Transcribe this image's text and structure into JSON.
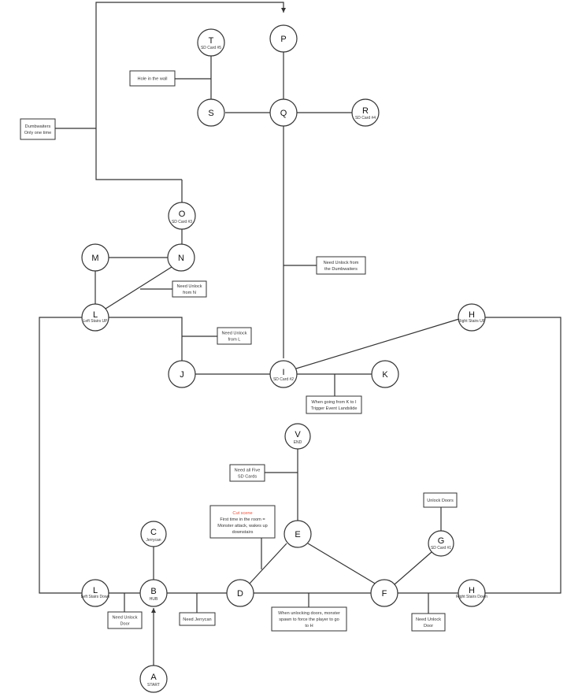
{
  "nodes": {
    "A": {
      "label": "A",
      "sub": "START"
    },
    "B": {
      "label": "B",
      "sub": "HUB"
    },
    "C": {
      "label": "C",
      "sub": "Jerrycan"
    },
    "D": {
      "label": "D",
      "sub": ""
    },
    "E": {
      "label": "E",
      "sub": ""
    },
    "F": {
      "label": "F",
      "sub": ""
    },
    "G": {
      "label": "G",
      "sub": "SD Card #1"
    },
    "Hd": {
      "label": "H",
      "sub": "Right Stairs Down"
    },
    "Hu": {
      "label": "H",
      "sub": "Right Stairs UP"
    },
    "Ld": {
      "label": "L",
      "sub": "Left Stairs Down"
    },
    "Lu": {
      "label": "L",
      "sub": "Left Stairs UP"
    },
    "I": {
      "label": "I",
      "sub": "SD Card #2"
    },
    "J": {
      "label": "J",
      "sub": ""
    },
    "K": {
      "label": "K",
      "sub": ""
    },
    "M": {
      "label": "M",
      "sub": ""
    },
    "N": {
      "label": "N",
      "sub": ""
    },
    "O": {
      "label": "O",
      "sub": "SD Card #3"
    },
    "P": {
      "label": "P",
      "sub": ""
    },
    "Q": {
      "label": "Q",
      "sub": ""
    },
    "R": {
      "label": "R",
      "sub": "SD Card #4"
    },
    "S": {
      "label": "S",
      "sub": ""
    },
    "T": {
      "label": "T",
      "sub": "SD Card #5"
    },
    "V": {
      "label": "V",
      "sub": "END"
    }
  },
  "notes": {
    "dumbwaiters": {
      "lines": [
        "Dumbwaiters",
        "Only one time"
      ]
    },
    "hole_wall": {
      "lines": [
        "Hole in the wall"
      ]
    },
    "need_unlock_dumbwaiters": {
      "lines": [
        "Need Unlock from",
        "the Dumbwaiters"
      ]
    },
    "need_unlock_n": {
      "lines": [
        "Need Unlock",
        "from  N"
      ]
    },
    "need_unlock_l": {
      "lines": [
        "Need Unlock",
        "from  L"
      ]
    },
    "k_to_i": {
      "lines": [
        "When going from K to I",
        "Trigger Event Landslide"
      ]
    },
    "need_five_sd": {
      "lines": [
        "Need all Five",
        "SD Cards"
      ]
    },
    "cut_scene": {
      "title": "Cut scene",
      "lines": [
        "First time in the room =",
        "Monster attack, wakes up",
        "downstairs"
      ]
    },
    "unlock_doors": {
      "lines": [
        "Unlock Doors"
      ]
    },
    "need_unlock_door_left": {
      "lines": [
        "Need Unlock",
        "Door"
      ]
    },
    "need_jerrycan": {
      "lines": [
        "Need Jerrycan"
      ]
    },
    "monster_spawn": {
      "lines": [
        "When unlocking doors, monster",
        "spawn to force the player to go",
        "to H"
      ]
    },
    "need_unlock_door_right": {
      "lines": [
        "Need Unlock",
        "Door"
      ]
    }
  },
  "colors": {
    "line": "#333333",
    "highlight": "#e8503a",
    "background": "#ffffff"
  }
}
